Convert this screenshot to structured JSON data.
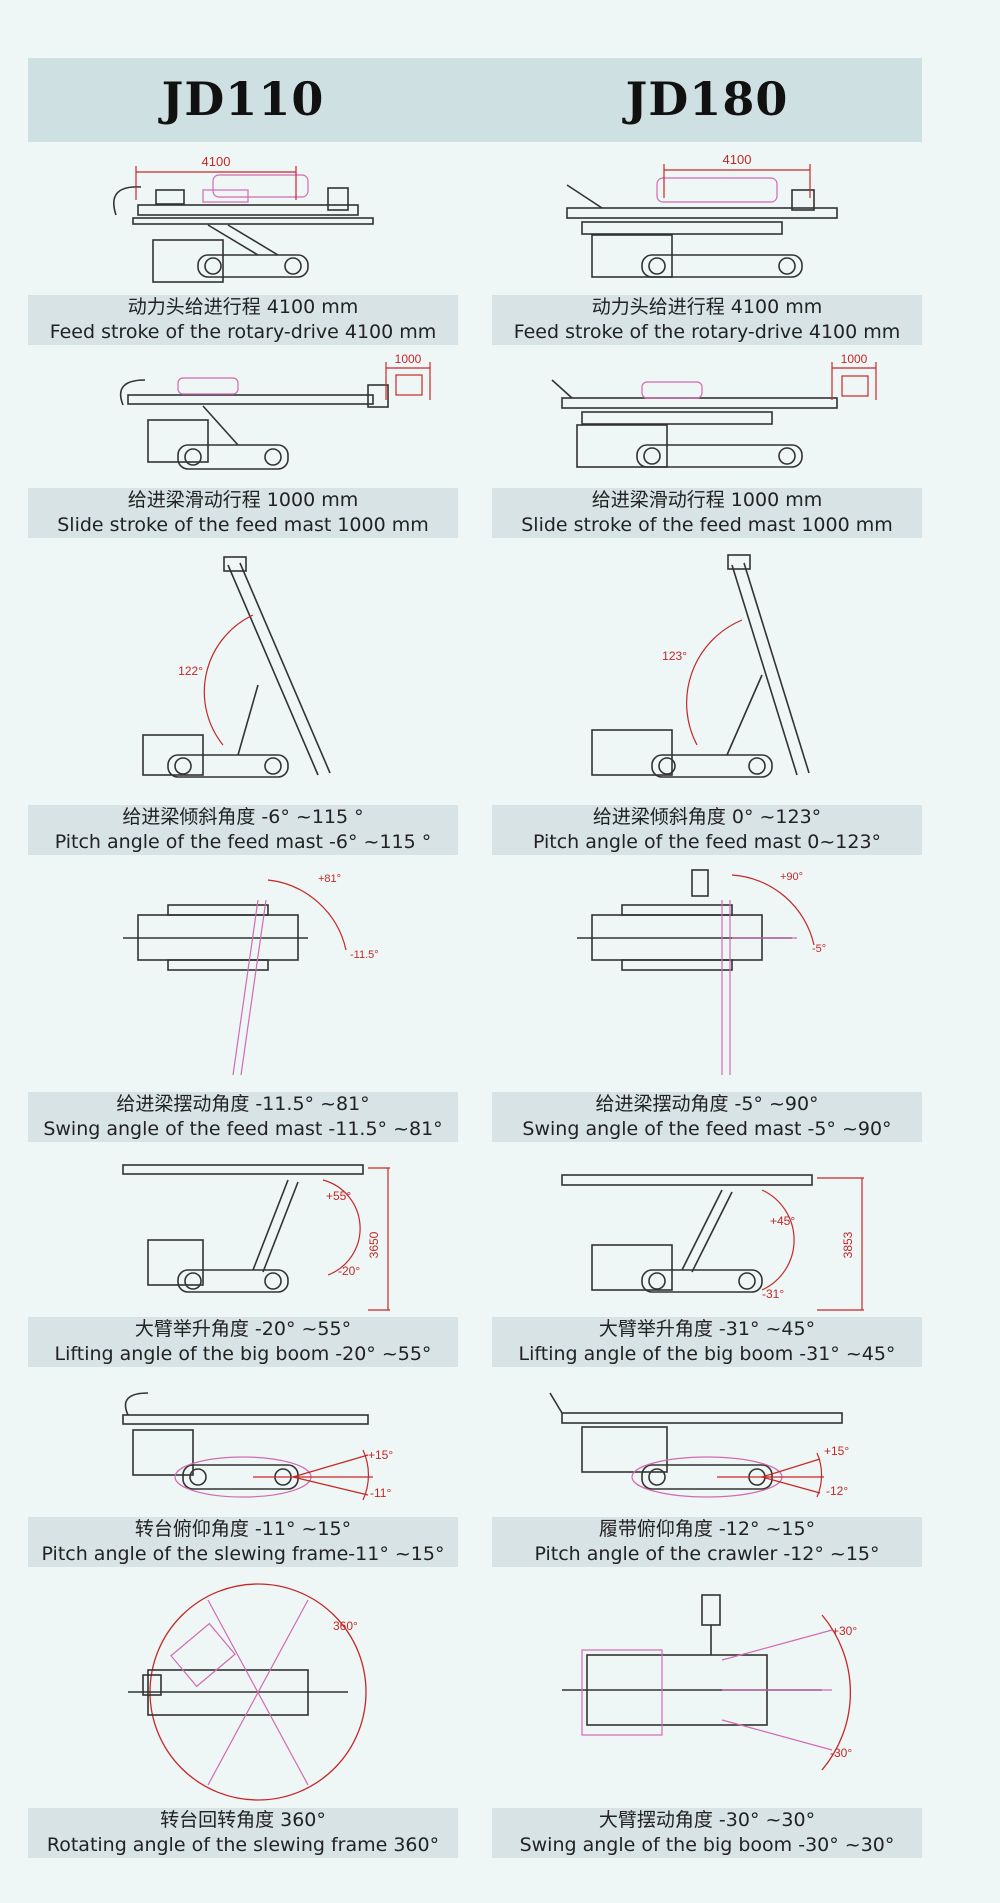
{
  "models": {
    "left": "JD110",
    "right": "JD180"
  },
  "rows": [
    {
      "left": {
        "cn": "动力头给进行程 4100 mm",
        "en": "Feed stroke of the rotary-drive 4100 mm",
        "dims": [
          "4100"
        ]
      },
      "right": {
        "cn": "动力头给进行程 4100 mm",
        "en": "Feed stroke of the rotary-drive 4100 mm",
        "dims": [
          "4100"
        ]
      }
    },
    {
      "left": {
        "cn": "给进梁滑动行程 1000 mm",
        "en": "Slide stroke of the feed mast 1000 mm",
        "dims": [
          "1000"
        ]
      },
      "right": {
        "cn": "给进梁滑动行程 1000 mm",
        "en": "Slide stroke of the feed mast 1000 mm",
        "dims": [
          "1000"
        ]
      }
    },
    {
      "left": {
        "cn": "给进梁倾斜角度 -6°  ~115 °",
        "en": "Pitch angle of the feed mast  -6°  ~115 °",
        "dims": [
          "122°"
        ]
      },
      "right": {
        "cn": "给进梁倾斜角度 0°  ~123°",
        "en": "Pitch angle of the feed mast 0~123°",
        "dims": [
          "123°"
        ]
      }
    },
    {
      "left": {
        "cn": "给进梁摆动角度 -11.5°  ~81°",
        "en": "Swing angle of the feed mast -11.5°  ~81°",
        "dims": [
          "+81°",
          "-11.5°"
        ]
      },
      "right": {
        "cn": "给进梁摆动角度 -5°  ~90°",
        "en": "Swing angle of the feed mast -5°  ~90°",
        "dims": [
          "+90°",
          "-5°"
        ]
      }
    },
    {
      "left": {
        "cn": "大臂举升角度 -20°  ~55°",
        "en": "Lifting  angle of the big boom -20°  ~55°",
        "dims": [
          "+55°",
          "-20°",
          "3650"
        ]
      },
      "right": {
        "cn": "大臂举升角度 -31°  ~45°",
        "en": "Lifting  angle of the big boom -31°  ~45°",
        "dims": [
          "+45°",
          "-31°",
          "3853"
        ]
      }
    },
    {
      "left": {
        "cn": "转台俯仰角度 -11°  ~15°",
        "en": "Pitch angle of the slewing frame-11°  ~15°",
        "dims": [
          "+15°",
          "-11°"
        ]
      },
      "right": {
        "cn": "履带俯仰角度 -12°  ~15°",
        "en": "Pitch angle of the crawler -12°  ~15°",
        "dims": [
          "+15°",
          "-12°"
        ]
      }
    },
    {
      "left": {
        "cn": "转台回转角度 360°",
        "en": "Rotating angle of the slewing frame 360°",
        "dims": [
          "360°"
        ]
      },
      "right": {
        "cn": "大臂摆动角度 -30°  ~30°",
        "en": "Swing angle of the big boom -30°  ~30°",
        "dims": [
          "+30°",
          "-30°"
        ]
      }
    }
  ],
  "colors": {
    "background": "#eef6f6",
    "header_band": "#cfe0e2",
    "caption_band": "#d8e3e5",
    "line_drawing": "#333333",
    "dimension": "#c62828",
    "motion_trace": "#d36bb0"
  }
}
